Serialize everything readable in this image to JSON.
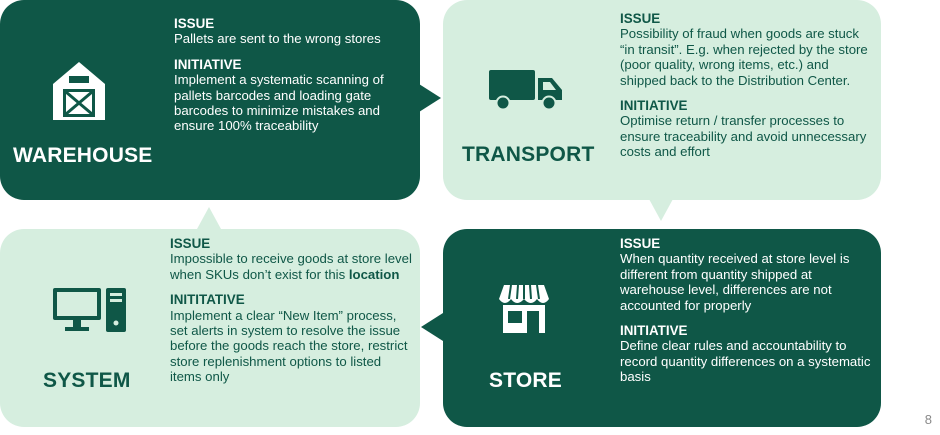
{
  "warehouse": {
    "title": "WAREHOUSE",
    "issue_heading": "ISSUE",
    "issue_text": "Pallets are sent to the wrong stores",
    "initiative_heading": "INITIATIVE",
    "initiative_text": "Implement a systematic scanning of pallets barcodes and loading gate barcodes to minimize mistakes and ensure 100% traceability"
  },
  "transport": {
    "title": "TRANSPORT",
    "issue_heading": "ISSUE",
    "issue_text": "Possibility of fraud when goods are stuck “in transit”. E.g. when rejected by the store (poor quality, wrong items, etc.) and shipped back to the Distribution Center.",
    "initiative_heading": "INITIATIVE",
    "initiative_text": "Optimise return / transfer processes to ensure traceability and avoid unnecessary costs and effort"
  },
  "system": {
    "title": "SYSTEM",
    "issue_heading": "ISSUE",
    "issue_text": "Impossible to receive goods at store level when SKUs don’t exist for this",
    "issue_text_bold": "location",
    "initiative_heading": "INITITATIVE",
    "initiative_text": "Implement a clear “New Item” process, set alerts in system to resolve the issue before the goods reach the store,  restrict store replenishment options to listed items only"
  },
  "store": {
    "title": "STORE",
    "issue_heading": "ISSUE",
    "issue_text": "When quantity received at store level is different from quantity shipped at warehouse level, differences are not accounted for properly",
    "initiative_heading": "INITIATIVE",
    "initiative_text": "Define clear rules and accountability to record quantity differences on a systematic basis"
  },
  "page_number": "8",
  "colors": {
    "dark_green": "#0f5747",
    "light_green": "#d6eedf"
  },
  "icons": {
    "warehouse": "barn-icon",
    "transport": "truck-icon",
    "system": "computer-icon",
    "store": "storefront-icon"
  }
}
